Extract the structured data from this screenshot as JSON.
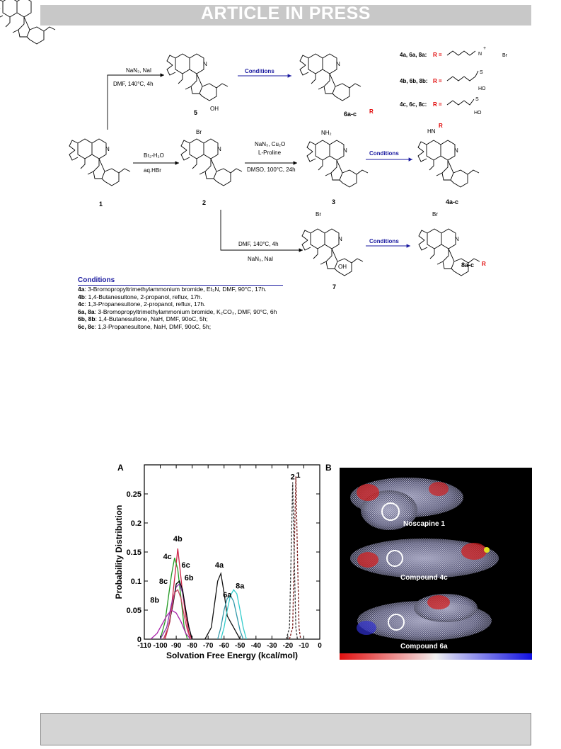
{
  "banner": {
    "text": "ARTICLE IN PRESS"
  },
  "scheme": {
    "compounds": {
      "c1": "1",
      "c2": "2",
      "c3": "3",
      "c5": "5",
      "c7": "7",
      "c6": "6a-c",
      "c4": "4a-c",
      "c8": "8a-c"
    },
    "reagents": {
      "r_top_1": "NaN₃, NaI",
      "r_top_2": "DMF, 140°C, 4h",
      "r_br_1": "Br₂-H₂O",
      "r_br_2": "aq.HBr",
      "r_az_1": "NaN₃, Cu₂O",
      "r_az_2": "L-Proline",
      "r_az_3": "DMSO, 100°C, 24h",
      "r_bot_1": "DMF, 140°C, 4h",
      "r_bot_2": "NaN₃, NaI",
      "conditions": "Conditions"
    },
    "atoms": {
      "N": "N",
      "H": "H",
      "Br": "Br",
      "O": "O",
      "OH": "OH",
      "NH2": "NH₂",
      "HN": "HN",
      "R": "R"
    },
    "r_groups": {
      "g1": "4a, 6a, 8a:",
      "g2": "4b, 6b, 8b:",
      "g3": "4c, 6c, 8c:",
      "R_eq": "R =",
      "br_ion": "Br",
      "plus": "+",
      "so3": "S",
      "ho": "HO"
    }
  },
  "conditions_list": {
    "title": "Conditions",
    "lines": [
      {
        "label": "4a",
        "text": ": 3-Bromopropyltrimethylammonium bromide, Et₃N, DMF, 90°C, 17h."
      },
      {
        "label": "4b",
        "text": ": 1,4-Butanesultone, 2-propanol, reflux, 17h."
      },
      {
        "label": "4c",
        "text": ": 1,3-Propanesultone, 2-propanol, reflux, 17h."
      },
      {
        "label": "6a, 8a",
        "text": ": 3-Bromopropyltrimethylammonium bromide, K₂CO₃, DMF, 90°C, 6h"
      },
      {
        "label": "6b, 8b",
        "text": ": 1,4-Butanesultone, NaH, DMF, 90oC, 5h;"
      },
      {
        "label": "6c, 8c",
        "text": ": 1,3-Propanesultone, NaH, DMF, 90oC, 5h;"
      }
    ]
  },
  "figure": {
    "panel_a": "A",
    "panel_b": "B",
    "mol_labels": [
      "Noscapine 1",
      "Compound 4c",
      "Compound 6a"
    ]
  },
  "colors": {
    "banner": "#c8c8c8",
    "conditions_blue": "#1a1aa0",
    "r_red": "#e00000"
  },
  "chart_data": {
    "type": "line",
    "xlabel": "Solvation Free Energy (kcal/mol)",
    "ylabel": "Probability Distribution",
    "xlim": [
      -110,
      0
    ],
    "ylim": [
      0,
      0.3
    ],
    "xticks": [
      -110,
      -100,
      -90,
      -80,
      -70,
      -60,
      -50,
      -40,
      -30,
      -20,
      -10,
      0
    ],
    "yticks": [
      0,
      0.05,
      0.1,
      0.15,
      0.2,
      0.25
    ],
    "ytick_labels": [
      "0",
      "0.05",
      "0.1",
      "0.15",
      "0.2",
      "0.25"
    ],
    "series": [
      {
        "name": "1",
        "color": "#7a1a1a",
        "dash": true,
        "x": [
          -19,
          -17,
          -16,
          -15,
          -14,
          -13,
          -12
        ],
        "y": [
          0,
          0.02,
          0.15,
          0.28,
          0.15,
          0.02,
          0
        ]
      },
      {
        "name": "2",
        "color": "#333333",
        "dash": true,
        "x": [
          -21,
          -19,
          -18,
          -17,
          -16,
          -15,
          -14
        ],
        "y": [
          0,
          0.02,
          0.14,
          0.27,
          0.14,
          0.02,
          0
        ]
      },
      {
        "name": "4a",
        "color": "#111111",
        "dash": false,
        "x": [
          -72,
          -68,
          -66,
          -64,
          -62,
          -60,
          -58,
          -56,
          -54,
          -52,
          -50
        ],
        "y": [
          0,
          0.02,
          0.06,
          0.1,
          0.113,
          0.08,
          0.04,
          0.03,
          0.02,
          0.01,
          0
        ]
      },
      {
        "name": "4b",
        "color": "#cc2244",
        "dash": false,
        "x": [
          -97,
          -94,
          -92,
          -90,
          -89,
          -88,
          -86,
          -84,
          -82,
          -80
        ],
        "y": [
          0,
          0.03,
          0.08,
          0.13,
          0.156,
          0.13,
          0.08,
          0.04,
          0.01,
          0
        ]
      },
      {
        "name": "4c",
        "color": "#229922",
        "dash": false,
        "x": [
          -100,
          -97,
          -95,
          -93,
          -91,
          -89,
          -87,
          -85,
          -83
        ],
        "y": [
          0,
          0.03,
          0.07,
          0.11,
          0.14,
          0.12,
          0.07,
          0.02,
          0
        ]
      },
      {
        "name": "6a",
        "color": "#3399aa",
        "dash": false,
        "x": [
          -64,
          -62,
          -60,
          -58,
          -56,
          -54,
          -52,
          -50,
          -48
        ],
        "y": [
          0,
          0.02,
          0.05,
          0.07,
          0.075,
          0.065,
          0.04,
          0.015,
          0
        ]
      },
      {
        "name": "8a",
        "color": "#33cccc",
        "dash": false,
        "x": [
          -62,
          -60,
          -58,
          -56,
          -54,
          -52,
          -50,
          -48,
          -46
        ],
        "y": [
          0,
          0.02,
          0.05,
          0.075,
          0.085,
          0.078,
          0.05,
          0.02,
          0
        ]
      },
      {
        "name": "6b",
        "color": "#8833aa",
        "dash": false,
        "x": [
          -100,
          -96,
          -93,
          -90,
          -88,
          -86,
          -84,
          -82,
          -80
        ],
        "y": [
          0,
          0.02,
          0.06,
          0.09,
          0.095,
          0.08,
          0.05,
          0.02,
          0
        ]
      },
      {
        "name": "6c",
        "color": "#000000",
        "dash": false,
        "x": [
          -98,
          -95,
          -92,
          -90,
          -88,
          -86,
          -84,
          -82,
          -80
        ],
        "y": [
          0,
          0.02,
          0.06,
          0.095,
          0.1,
          0.085,
          0.05,
          0.02,
          0
        ]
      },
      {
        "name": "8b",
        "color": "#aa22aa",
        "dash": false,
        "x": [
          -106,
          -102,
          -99,
          -96,
          -93,
          -90,
          -87,
          -84,
          -81
        ],
        "y": [
          0,
          0.01,
          0.025,
          0.04,
          0.05,
          0.045,
          0.03,
          0.01,
          0
        ]
      },
      {
        "name": "8c",
        "color": "#cc4466",
        "dash": false,
        "x": [
          -98,
          -95,
          -93,
          -91,
          -89,
          -87,
          -85,
          -83,
          -81
        ],
        "y": [
          0,
          0.02,
          0.05,
          0.08,
          0.085,
          0.07,
          0.04,
          0.015,
          0
        ]
      }
    ],
    "curve_labels": [
      {
        "text": "1",
        "x": -13.5,
        "y": 0.278
      },
      {
        "text": "2",
        "x": -17,
        "y": 0.275
      },
      {
        "text": "4b",
        "x": -89,
        "y": 0.168
      },
      {
        "text": "4c",
        "x": -95.5,
        "y": 0.138
      },
      {
        "text": "6c",
        "x": -84,
        "y": 0.123
      },
      {
        "text": "6b",
        "x": -82,
        "y": 0.101
      },
      {
        "text": "8c",
        "x": -98,
        "y": 0.095
      },
      {
        "text": "8b",
        "x": -103.5,
        "y": 0.063
      },
      {
        "text": "4a",
        "x": -63,
        "y": 0.123
      },
      {
        "text": "6a",
        "x": -58,
        "y": 0.072
      },
      {
        "text": "8a",
        "x": -50,
        "y": 0.087
      }
    ]
  }
}
